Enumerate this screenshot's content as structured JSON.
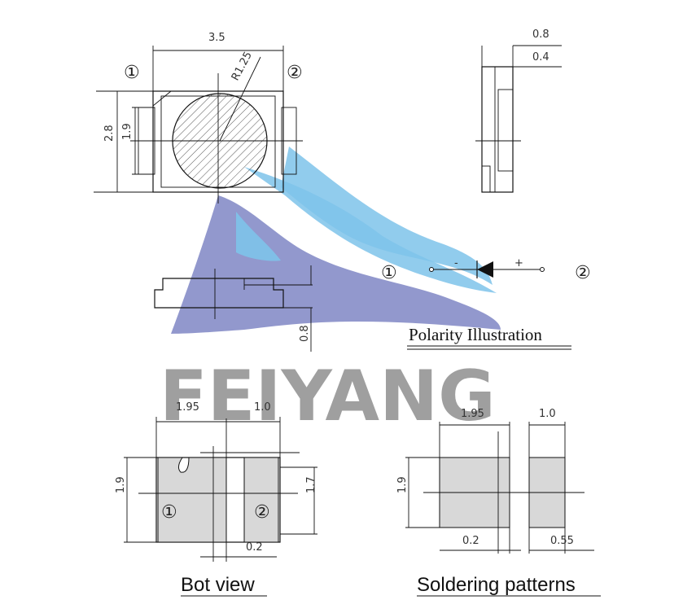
{
  "colors": {
    "watermark_blue": "#7f86c4",
    "watermark_sky": "#7ec3ea",
    "pad_fill": "#d8d8d8",
    "watermark_text": "#8e8e8e"
  },
  "top_view": {
    "width_dim": "3.5",
    "height_dim": "2.8",
    "inner_height_dim": "1.9",
    "radius_dim": "R1.25",
    "pin1_marker": "①",
    "pin2_marker": "②"
  },
  "side_view": {
    "dim_total": "0.8",
    "dim_lead": "0.4"
  },
  "front_view": {
    "height_dim": "0.8"
  },
  "polarity": {
    "pin1_marker": "①",
    "pin2_marker": "②",
    "minus_sign": "-",
    "plus_sign": "+",
    "caption": "Polarity Illustration"
  },
  "watermark": {
    "text": "FEIYANG"
  },
  "bot_view": {
    "pad_width_dim": "1.95",
    "pad2_width_dim": "1.0",
    "height_dim": "1.9",
    "inner_height_dim": "1.7",
    "gap_dim": "0.2",
    "pin1_marker": "①",
    "pin2_marker": "②",
    "caption": "Bot view"
  },
  "soldering": {
    "pad_width_dim": "1.95",
    "pad2_width_dim": "1.0",
    "height_dim": "1.9",
    "gap_dim": "0.2",
    "offset_dim": "0.55",
    "caption": "Soldering patterns"
  }
}
